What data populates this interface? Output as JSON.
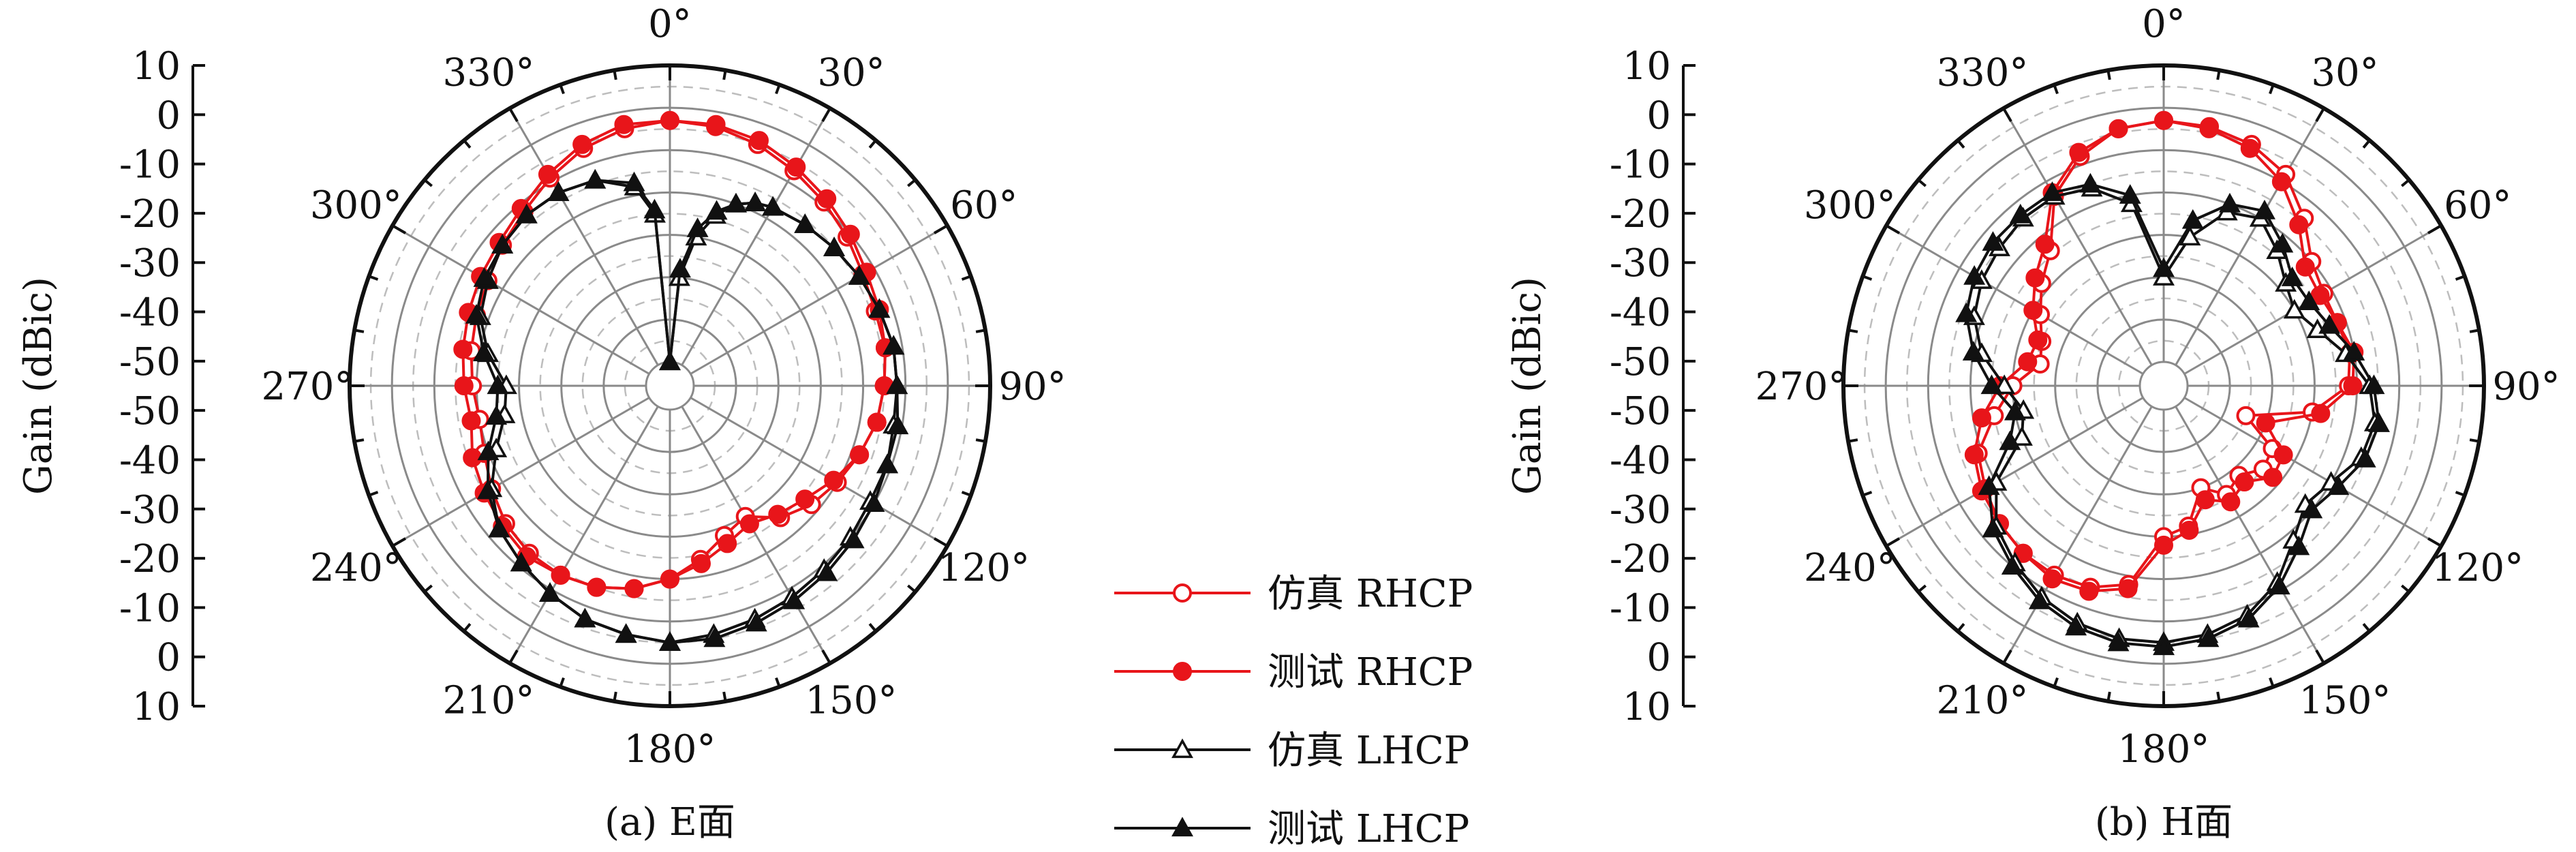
{
  "chart_data": [
    {
      "type": "polar-line",
      "caption": "(a) E面",
      "ylabel": "Gain (dBic)",
      "r_range": [
        -60,
        10
      ],
      "r_ticks": [
        10,
        0,
        -10,
        -20,
        -30,
        -40,
        -50,
        -50,
        -40,
        -30,
        -20,
        -10,
        0,
        10
      ],
      "angle_ticks": [
        "0°",
        "30°",
        "60°",
        "90°",
        "120°",
        "150°",
        "180°",
        "210°",
        "240°",
        "270°",
        "300°",
        "330°"
      ],
      "grid": true,
      "series": [
        {
          "name": "仿真 RHCP",
          "color": "#e8151a",
          "marker": "open-circle",
          "theta": [
            0,
            10,
            20,
            30,
            40,
            50,
            60,
            70,
            80,
            90,
            100,
            110,
            120,
            130,
            140,
            150,
            160,
            170,
            180,
            190,
            200,
            210,
            220,
            230,
            240,
            250,
            260,
            270,
            280,
            290,
            300,
            310,
            320,
            330,
            340,
            350
          ],
          "values": [
            -3,
            -3.5,
            -5,
            -7,
            -9,
            -11,
            -13,
            -14,
            -14,
            -15,
            -16,
            -18,
            -20,
            -22,
            -25,
            -30,
            -28,
            -24,
            -20,
            -17,
            -15,
            -14,
            -14,
            -15,
            -17,
            -19,
            -20,
            -19,
            -18,
            -17,
            -16,
            -14,
            -12,
            -9,
            -6,
            -4
          ]
        },
        {
          "name": "测试 RHCP",
          "color": "#e8151a",
          "marker": "filled-circle",
          "theta": [
            0,
            10,
            20,
            30,
            40,
            50,
            60,
            70,
            80,
            90,
            100,
            110,
            120,
            130,
            140,
            150,
            160,
            170,
            180,
            190,
            200,
            210,
            220,
            230,
            240,
            250,
            260,
            270,
            280,
            290,
            300,
            310,
            320,
            330,
            340,
            350
          ],
          "values": [
            -3,
            -3,
            -4,
            -6,
            -8,
            -10,
            -12,
            -13,
            -14,
            -15,
            -16,
            -18,
            -21,
            -24,
            -26,
            -28,
            -26,
            -23,
            -20,
            -17,
            -15,
            -14,
            -13,
            -14,
            -15,
            -16,
            -18,
            -17,
            -16,
            -15,
            -14,
            -13,
            -11,
            -8,
            -5,
            -3
          ]
        },
        {
          "name": "仿真 LHCP",
          "color": "#111111",
          "marker": "open-triangle",
          "theta": [
            0,
            5,
            10,
            15,
            20,
            25,
            30,
            40,
            50,
            60,
            70,
            80,
            90,
            100,
            110,
            120,
            130,
            140,
            150,
            160,
            170,
            180,
            190,
            200,
            210,
            220,
            230,
            240,
            250,
            260,
            270,
            280,
            290,
            300,
            310,
            320,
            330,
            340,
            350,
            355
          ],
          "values": [
            -60,
            -40,
            -30,
            -24,
            -20,
            -18,
            -17,
            -16,
            -15,
            -14,
            -13,
            -12,
            -12,
            -12,
            -11,
            -11,
            -10,
            -9,
            -8,
            -7,
            -6,
            -5,
            -6,
            -7,
            -9,
            -11,
            -13,
            -17,
            -22,
            -26,
            -27,
            -22,
            -18,
            -16,
            -14,
            -13,
            -13,
            -14,
            -18,
            -25
          ]
        },
        {
          "name": "测试 LHCP",
          "color": "#111111",
          "marker": "filled-triangle",
          "theta": [
            0,
            5,
            10,
            15,
            20,
            25,
            30,
            40,
            50,
            60,
            70,
            80,
            90,
            100,
            110,
            120,
            130,
            140,
            150,
            160,
            170,
            180,
            190,
            200,
            210,
            220,
            230,
            240,
            250,
            260,
            270,
            280,
            290,
            300,
            310,
            320,
            330,
            340,
            350,
            355
          ],
          "values": [
            -60,
            -38,
            -28,
            -23,
            -20,
            -18,
            -17,
            -16,
            -15,
            -14,
            -13,
            -12,
            -12,
            -11,
            -11,
            -10,
            -9,
            -8,
            -7,
            -6,
            -5,
            -5,
            -6,
            -7,
            -9,
            -11,
            -13,
            -16,
            -20,
            -24,
            -25,
            -21,
            -17,
            -15,
            -14,
            -13,
            -13,
            -14,
            -17,
            -24
          ]
        }
      ]
    },
    {
      "type": "polar-line",
      "caption": "(b) H面",
      "ylabel": "Gain (dBic)",
      "r_range": [
        -60,
        10
      ],
      "r_ticks": [
        10,
        0,
        -10,
        -20,
        -30,
        -40,
        -50,
        -50,
        -40,
        -30,
        -20,
        -10,
        0,
        10
      ],
      "angle_ticks": [
        "0°",
        "30°",
        "60°",
        "90°",
        "120°",
        "150°",
        "180°",
        "210°",
        "240°",
        "270°",
        "300°",
        "330°"
      ],
      "grid": true,
      "series": [
        {
          "name": "仿真 RHCP",
          "color": "#e8151a",
          "marker": "open-circle",
          "theta": [
            0,
            10,
            20,
            30,
            40,
            50,
            60,
            70,
            80,
            90,
            100,
            110,
            120,
            130,
            140,
            150,
            160,
            170,
            180,
            190,
            200,
            210,
            220,
            230,
            240,
            250,
            260,
            270,
            280,
            290,
            300,
            310,
            320,
            330,
            340,
            350
          ],
          "values": [
            -3,
            -3.5,
            -5,
            -8,
            -14,
            -20,
            -22,
            -22,
            -21,
            -22,
            -30,
            -45,
            -36,
            -35,
            -38,
            -36,
            -40,
            -32,
            -30,
            -18,
            -15,
            -14,
            -14,
            -15,
            -17,
            -19,
            -25,
            -30,
            -36,
            -35,
            -32,
            -28,
            -24,
            -14,
            -8,
            -4
          ]
        },
        {
          "name": "测试 RHCP",
          "color": "#e8151a",
          "marker": "filled-circle",
          "theta": [
            0,
            10,
            20,
            30,
            40,
            50,
            60,
            70,
            80,
            90,
            100,
            110,
            120,
            130,
            140,
            150,
            160,
            170,
            180,
            190,
            200,
            210,
            220,
            230,
            240,
            250,
            260,
            270,
            280,
            290,
            300,
            310,
            320,
            330,
            340,
            350
          ],
          "values": [
            -3,
            -4,
            -6,
            -10,
            -16,
            -22,
            -23,
            -22,
            -20,
            -21,
            -28,
            -40,
            -33,
            -32,
            -36,
            -34,
            -37,
            -31,
            -28,
            -17,
            -14,
            -13,
            -14,
            -15,
            -16,
            -18,
            -22,
            -27,
            -33,
            -34,
            -30,
            -26,
            -22,
            -13,
            -7,
            -4
          ]
        },
        {
          "name": "仿真 LHCP",
          "color": "#111111",
          "marker": "open-triangle",
          "theta": [
            0,
            10,
            20,
            30,
            40,
            50,
            60,
            70,
            80,
            90,
            100,
            110,
            120,
            130,
            140,
            150,
            160,
            170,
            180,
            190,
            200,
            210,
            220,
            230,
            240,
            250,
            260,
            270,
            280,
            290,
            300,
            310,
            320,
            330,
            340,
            350
          ],
          "values": [
            -40,
            -30,
            -22,
            -20,
            -24,
            -28,
            -30,
            -27,
            -22,
            -17,
            -15,
            -16,
            -20,
            -22,
            -18,
            -12,
            -8,
            -6,
            -5,
            -5,
            -6,
            -8,
            -11,
            -14,
            -20,
            -30,
            -32,
            -28,
            -22,
            -18,
            -16,
            -15,
            -14,
            -14,
            -16,
            -22
          ]
        },
        {
          "name": "测试 LHCP",
          "color": "#111111",
          "marker": "filled-triangle",
          "theta": [
            0,
            10,
            20,
            30,
            40,
            50,
            60,
            70,
            80,
            90,
            100,
            110,
            120,
            130,
            140,
            150,
            160,
            170,
            180,
            190,
            200,
            210,
            220,
            230,
            240,
            250,
            260,
            270,
            280,
            290,
            300,
            310,
            320,
            330,
            340,
            350
          ],
          "values": [
            -38,
            -26,
            -20,
            -18,
            -22,
            -26,
            -26,
            -24,
            -20,
            -16,
            -14,
            -15,
            -18,
            -20,
            -16,
            -11,
            -7,
            -5,
            -4,
            -4,
            -5,
            -7,
            -10,
            -13,
            -18,
            -27,
            -30,
            -25,
            -20,
            -16,
            -14,
            -13,
            -13,
            -13,
            -15,
            -20
          ]
        }
      ]
    }
  ]
}
